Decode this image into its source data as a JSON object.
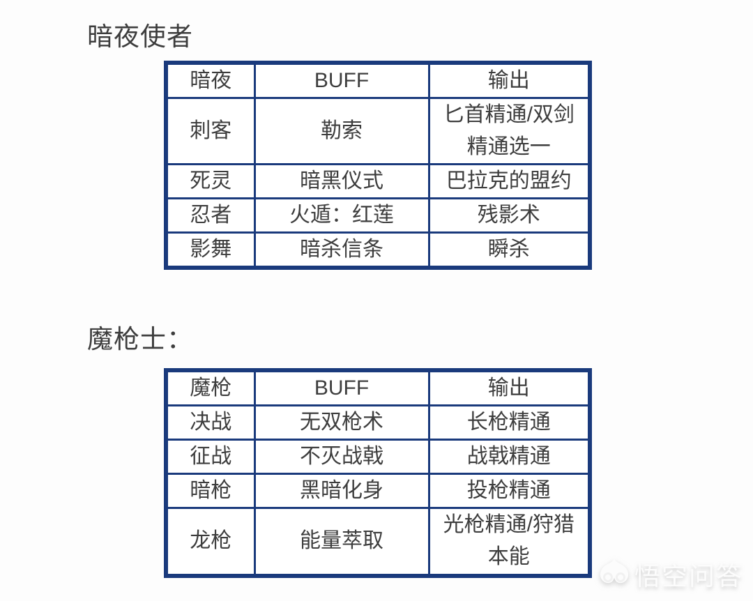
{
  "colors": {
    "table_border": "#1a3a7c",
    "text": "#3d3d3d",
    "page_bg": "#fdfdfd",
    "watermark": "#fcfcfc"
  },
  "sections": [
    {
      "title": "暗夜使者",
      "table": {
        "headers": [
          "暗夜",
          "BUFF",
          "输出"
        ],
        "rows": [
          [
            "刺客",
            "勒索",
            "匕首精通/双剑精通选一"
          ],
          [
            "死灵",
            "暗黑仪式",
            "巴拉克的盟约"
          ],
          [
            "忍者",
            "火遁：红莲",
            "残影术"
          ],
          [
            "影舞",
            "暗杀信条",
            "瞬杀"
          ]
        ]
      }
    },
    {
      "title": "魔枪士：",
      "table": {
        "headers": [
          "魔枪",
          "BUFF",
          "输出"
        ],
        "rows": [
          [
            "决战",
            "无双枪术",
            "长枪精通"
          ],
          [
            "征战",
            "不灭战戟",
            "战戟精通"
          ],
          [
            "暗枪",
            "黑暗化身",
            "投枪精通"
          ],
          [
            "龙枪",
            "能量萃取",
            "光枪精通/狩猎本能"
          ]
        ]
      }
    }
  ],
  "watermark": {
    "icon": "wukong-monkey-logo",
    "text": "悟空问答"
  }
}
